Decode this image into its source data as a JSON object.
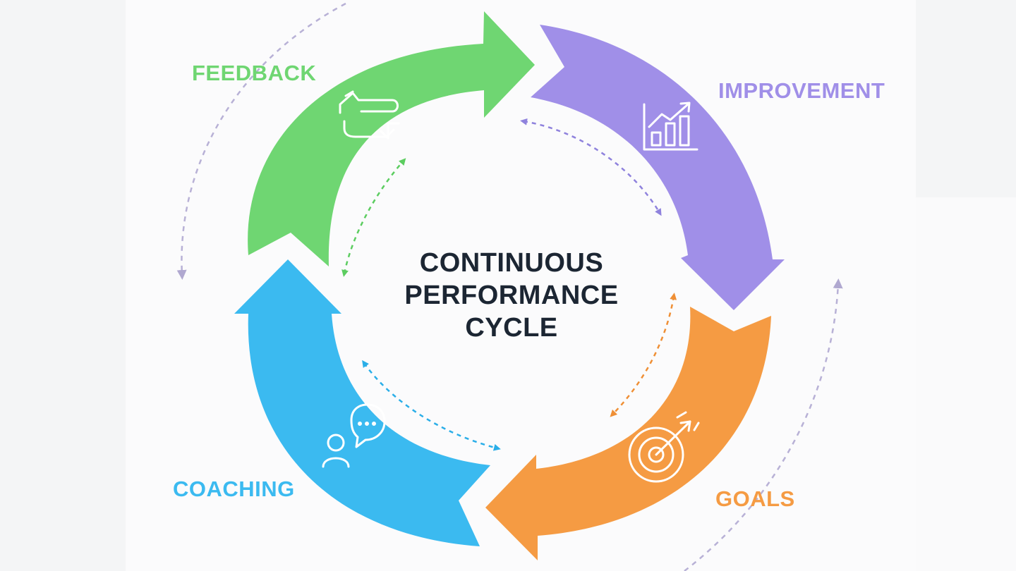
{
  "center_title": {
    "line1": "CONTINUOUS",
    "line2": "PERFORMANCE",
    "line3": "CYCLE"
  },
  "stages": {
    "feedback": {
      "label": "FEEDBACK",
      "color": "#6fd672",
      "icon": "feedback-cycle-arrows-icon"
    },
    "improvement": {
      "label": "IMPROVEMENT",
      "color": "#a08fe8",
      "icon": "growth-chart-icon"
    },
    "goals": {
      "label": "GOALS",
      "color": "#f59b43",
      "icon": "target-icon"
    },
    "coaching": {
      "label": "COACHING",
      "color": "#3bbaf0",
      "icon": "coaching-chat-icon"
    }
  },
  "connector_color": "#b0a8d0"
}
